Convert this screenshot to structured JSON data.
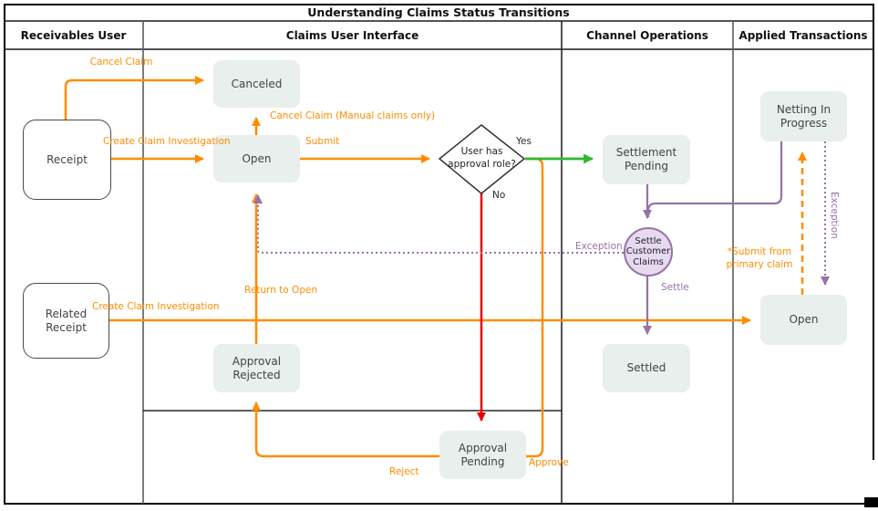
{
  "title": "Understanding Claims Status Transitions",
  "lanes": [
    {
      "label": "Receivables User"
    },
    {
      "label": "Claims User Interface"
    },
    {
      "label": "Channel Operations"
    },
    {
      "label": "Applied Transactions"
    }
  ],
  "nodes": {
    "receipt": "Receipt",
    "related_receipt": "Related Receipt",
    "canceled": "Canceled",
    "open_claims": "Open",
    "approval_rejected": "Approval Rejected",
    "approval_pending": "Approval Pending",
    "settlement_pending": "Settlement Pending",
    "settled": "Settled",
    "netting_in_progress": "Netting In Progress",
    "open_applied": "Open",
    "decision": "User has approval role?",
    "settle_customer_claims": "Settle Customer Claims"
  },
  "edge_labels": {
    "cancel_claim": "Cancel Claim",
    "create_claim_investigation_1": "Create Claim Investigation",
    "cancel_claim_manual": "Cancel Claim (Manual claims only)",
    "submit": "Submit",
    "yes": "Yes",
    "no": "No",
    "approve": "Approve",
    "reject": "Reject",
    "return_to_open": "Return to Open",
    "create_claim_investigation_2": "Create Claim Investigation",
    "submit_primary": "*Submit from primary claim",
    "exception_horizontal": "Exception",
    "exception_vertical": "Exception",
    "settle": "Settle"
  },
  "colors": {
    "orange": "#ff8c00",
    "purple": "#9673a6",
    "green": "#2eb82e",
    "red": "#e60000",
    "node_fill": "#e8efed",
    "circle_fill": "#e7d9f0"
  }
}
